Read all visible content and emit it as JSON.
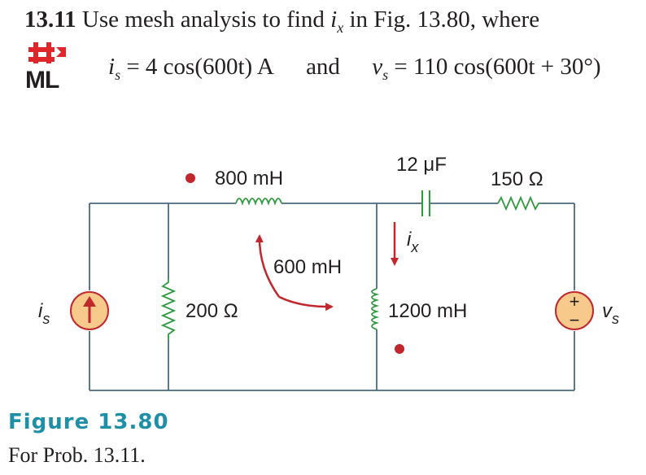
{
  "problem": {
    "number": "13.11",
    "text_before": "Use mesh analysis to find",
    "var_ix": "i",
    "var_ix_sub": "x",
    "text_after": "in Fig. 13.80, where",
    "is_label": "i",
    "is_sub": "s",
    "is_expr": "= 4 cos(600t) A",
    "and_word": "and",
    "vs_label": "v",
    "vs_sub": "s",
    "vs_expr": "= 110 cos(600t + 30°)"
  },
  "logo": {
    "text": "ML",
    "color": "#e0262b"
  },
  "circuit": {
    "inductor_800": "800 mH",
    "capacitor": "12 μF",
    "resistor_150": "150 Ω",
    "mutual": "600 mH",
    "resistor_200": "200 Ω",
    "inductor_1200": "1200 mH",
    "ix_main": "i",
    "ix_sub": "x",
    "is_main": "i",
    "is_sub": "s",
    "vs_main": "v",
    "vs_sub": "s",
    "source_plus": "+",
    "source_minus": "−",
    "colors": {
      "wire": "#4a6a7a",
      "resistor": "#2e9a3e",
      "inductor": "#2e9a3e",
      "source_fill": "#f7c98a",
      "arrow": "#c0282d",
      "dot": "#c0282d"
    }
  },
  "figure": {
    "title": "Figure 13.80",
    "caption": "For Prob. 13.11."
  }
}
